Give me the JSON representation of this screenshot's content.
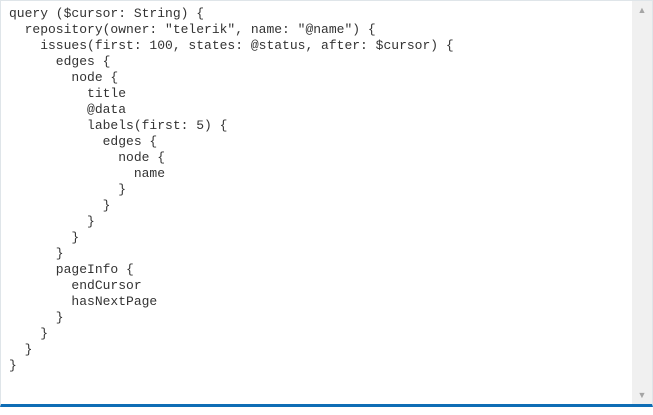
{
  "editor": {
    "code_lines": [
      "query ($cursor: String) {",
      "  repository(owner: \"telerik\", name: \"@name\") {",
      "    issues(first: 100, states: @status, after: $cursor) {",
      "      edges {",
      "        node {",
      "          title",
      "          @data",
      "          labels(first: 5) {",
      "            edges {",
      "              node {",
      "                name",
      "              }",
      "            }",
      "          }",
      "        }",
      "      }",
      "      pageInfo {",
      "        endCursor",
      "        hasNextPage",
      "      }",
      "    }",
      "  }",
      "}"
    ]
  },
  "icons": {
    "arrow_up": "▲",
    "arrow_down": "▼"
  },
  "colors": {
    "accent": "#0e6db5",
    "border": "#dfe5e9",
    "text": "#333333",
    "bg": "#ffffff",
    "track": "#f0f0f0",
    "arrow": "#a5a5a5"
  }
}
